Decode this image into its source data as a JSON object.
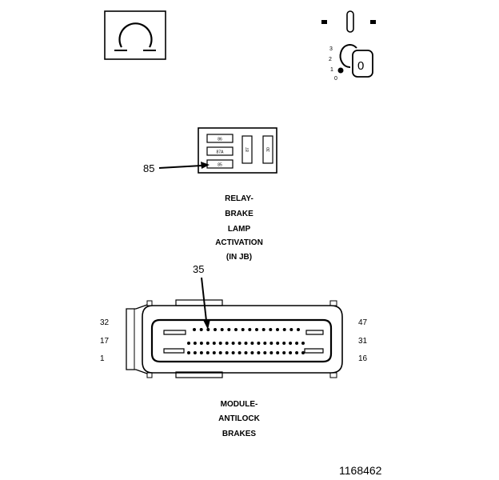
{
  "ignition_switch": {
    "positions": [
      "3",
      "2",
      "1",
      "0"
    ],
    "key_label": "0"
  },
  "relay": {
    "slot_labels": [
      "86",
      "87A",
      "85",
      "87",
      "30"
    ],
    "pin_callout": "85",
    "name_lines": [
      "RELAY-",
      "BRAKE",
      "LAMP",
      "ACTIVATION",
      "(IN JB)"
    ]
  },
  "module": {
    "pin_callout": "35",
    "left_pin_numbers": [
      "32",
      "17",
      "1"
    ],
    "right_pin_numbers": [
      "47",
      "31",
      "16"
    ],
    "name_lines": [
      "MODULE-",
      "ANTILOCK",
      "BRAKES"
    ]
  },
  "figure_number": "1168462"
}
